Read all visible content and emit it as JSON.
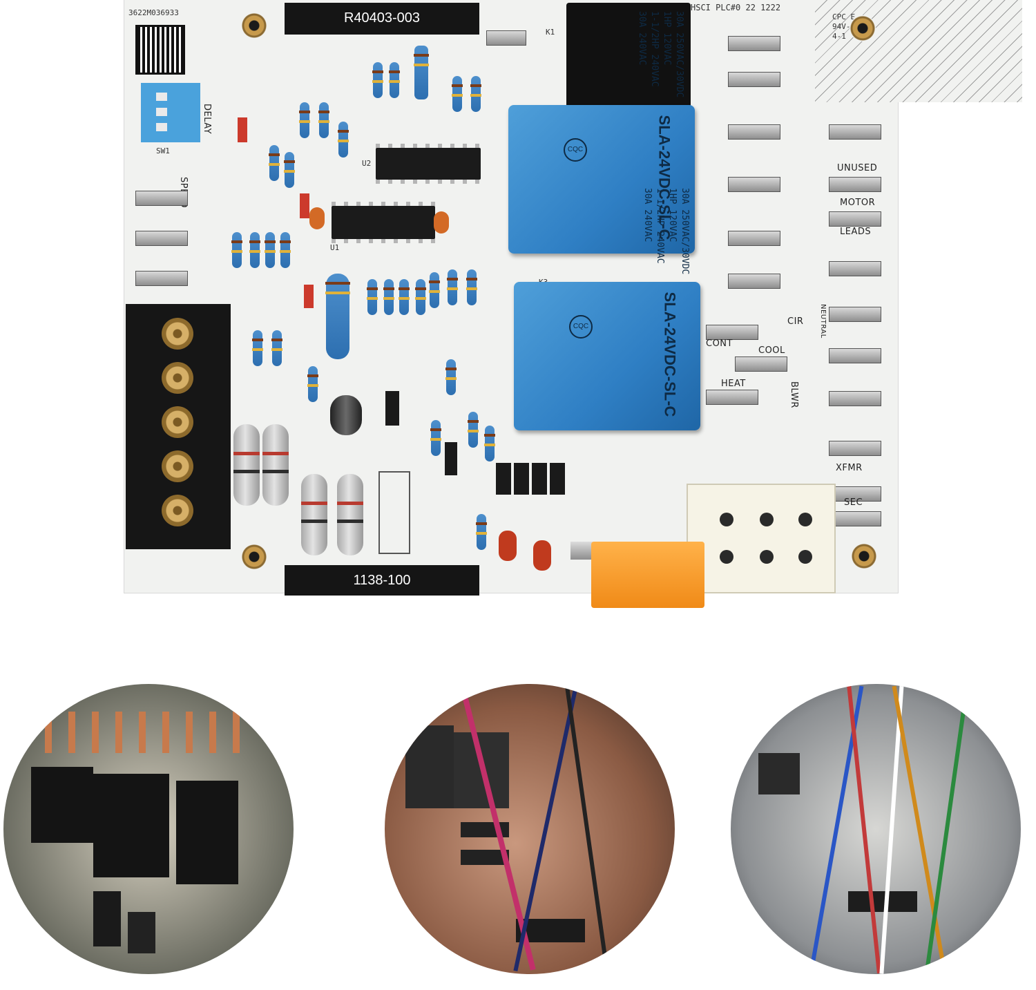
{
  "board": {
    "top_label": "R40403-003",
    "bottom_label": "1138-100",
    "serial": "3622M036933",
    "header_text": "HSCI   PLC#0   22 1222",
    "cert_text": [
      "CPC E",
      "94V-0",
      "4-1"
    ],
    "relay_k1_id": "K1",
    "relay_k3_id": "K3",
    "relay_model": "SLA-24VDC-SL-C",
    "relay_rating_lines": [
      "30A 250VAC/30VDC",
      "1HP 120VAC",
      "1-1/2HP 240VAC",
      "30A 240VAC"
    ],
    "relay_badge": "CQC",
    "ic_u1": "U1",
    "ic_u2": "U2",
    "switch_label": "DELAY",
    "switch_id": "SW1",
    "speed_label": "SPEED",
    "terminal_labels": {
      "unused": "UNUSED",
      "motor": "MOTOR",
      "leads": "LEADS",
      "neutral": "NEUTRAL",
      "cir": "CIR",
      "cont": "CONT",
      "cool": "COOL",
      "heat": "HEAT",
      "blwr": "BLWR",
      "xfmr": "XFMR",
      "sec": "SEC"
    }
  },
  "photos": [
    {
      "id": "photo-installed-board-1"
    },
    {
      "id": "photo-installed-board-2"
    },
    {
      "id": "photo-installed-board-3"
    }
  ],
  "colors": {
    "board": "#f1f2f0",
    "label_bg": "#151515",
    "relay_blue": "#2f7fc4",
    "fuse_orange": "#f08a17",
    "terminal_block": "#161616"
  }
}
